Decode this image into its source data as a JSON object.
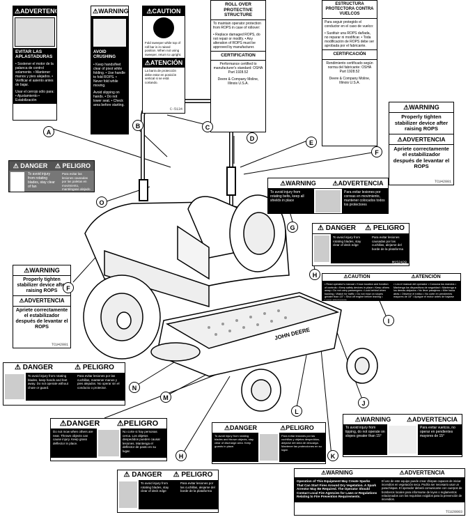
{
  "decal_a": {
    "header": "⚠ADVERTENCIA",
    "body1": "EVITAR LAS APLASTADURAS",
    "body2": "• Sostener el motor de la palanca de control solamente. • Mantener manos y pies alejados. • Verificar el asiento antes de bajar.",
    "body3": "Usar el cerrojo sólo para: • Ajustamiento • Estabilización"
  },
  "decal_b": {
    "header": "⚠WARNING",
    "body1": "AVOID CRUSHING",
    "body2": "• Keep hands/feet clear of pivot while folding. • Use handle to fold ROPS. • Never fold while moving.",
    "body3": "Avoid slipping on hands. • Do not lower seat. • Check area before starting."
  },
  "decal_c": {
    "header": "⚠CAUTION",
    "body1": "Fold sweeper while top of roll bar is in raised position. When not using sweeper, return to upright.",
    "header2": "⚠ATENCIÓN",
    "body2": "La barra de protección debe estar en posición vertical si se está cortando.",
    "code": "C-5134"
  },
  "decal_d": {
    "title": "ROLL OVER PROTECTIVE STRUCTURE",
    "body1": "To maintain operator protection from ROPS in case of rollover:",
    "body2": "• Replace damaged ROPS, do not repair or modify. • Any alteration of ROPS must be approved by manufacturer.",
    "cert": "CERTIFICATION",
    "body3": "Performance certified to manufacturer's standard: OSHA Part 1928.52",
    "company": "Deere & Company Moline, Illinois U.S.A."
  },
  "decal_e": {
    "title": "ESTRUCTURA PROTECTORA CONTRA VUELCOS",
    "body1": "Para seguir protegido el conductor en el caso de vuelco:",
    "body2": "• Sustituir una ROPS dañada, no reparar ni modificar. • Toda modificación de ROPS debe ser aprobada por el fabricante.",
    "cert": "CERTIFICACIÓN",
    "body3": "Rendimiento certificado según norma del fabricante: OSHA Part 1928.52",
    "company": "Deere & Company Moline, Illinois U.S.A."
  },
  "decal_f1": {
    "header_en": "⚠WARNING",
    "body_en": "Properly tighten stabilizer device after raising ROPS",
    "header_es": "⚠ADVERTENCIA",
    "body_es": "Apriete correctamente el estabilizador después de levantar el ROPS",
    "code": "TCU42001"
  },
  "decal_f2": {
    "header_en": "⚠WARNING",
    "body_en": "Properly tighten stabilizer device after raising ROPS",
    "header_es": "⚠ADVERTENCIA",
    "body_es": "Apriete correctamente el estabilizador después de levantar el ROPS",
    "code": "TCU42001"
  },
  "decal_o": {
    "header_en": "⚠ DANGER",
    "header_es": "⚠ PELIGRO",
    "body_en": "To avoid injury from rotating blades, stay clear of fan",
    "body_es": "Para evitar las lesiones causadas por las paletas en movimiento, manténgase alejado del ventilador"
  },
  "decal_g": {
    "header_en": "⚠WARNING",
    "header_es": "⚠ADVERTENCIA",
    "body_en": "To avoid injury from rotating belts, keep all shields in place",
    "body_es": "Para evitar lesiones por correas en movimiento, mantener colocados todos los protectores"
  },
  "decal_h1": {
    "header_en": "⚠ DANGER",
    "header_es": "⚠ PELIGRO",
    "body_en": "To avoid injury from rotating blades, stay clear of deck edge",
    "body_es": "Para evitar lesiones causadas por las cuchillas, alejarse del borde de la plataforma",
    "code": "M152428"
  },
  "decal_i": {
    "header_en": "⚠CAUTION",
    "header_es": "⚠ATENCIÓN",
    "body_en": "• Read operator's manual • Know location and function of controls • Keep safety devices in place • Keep others away • Do not carry passengers • Look behind when backing • Watch for traffic • Do not mow on slopes greater than 15° • Shut off engine before leaving • Lower attachments",
    "body_es": "• Lea el manual del operador • Conozca los mandos • Mantenga los dispositivos de seguridad • Mantenga a los demás alejados • No lleve pasajeros • Mire hacia atrás • Observe el tráfico • No corte en pendientes mayores de 15° • Apague el motor antes de bajarse"
  },
  "decal_n": {
    "header_en": "⚠ DANGER",
    "header_es": "⚠ PELIGRO",
    "body_en": "To avoid injury from rotating blades, keep hands and feet away. Do not operate without chute or guard.",
    "body_es": "Para evitar lesiones por las cuchillas, mantener manos y pies alejados. No operar sin el conducto o protector."
  },
  "decal_m": {
    "header_en": "⚠DANGER",
    "header_es": "⚠PELIGRO",
    "body_en": "Do not mow when others are near. Thrown objects can cause injury. Keep grass deflector in place.",
    "body_es": "No corte si hay personas cerca. Los objetos despedidos pueden causar lesiones. Mantenga el deflector de pasto en su lugar."
  },
  "decal_l": {
    "header_en": "⚠DANGER",
    "header_es": "⚠PELIGRO",
    "body_en": "To avoid injury from rotating blades and thrown objects, stay clear of discharge area. Keep guards in place.",
    "body_es": "Para evitar lesiones por las cuchillas y objetos despedidos, alejarse del área de descarga. Mantener las protecciones en su lugar."
  },
  "decal_j": {
    "header_en": "⚠WARNING",
    "header_es": "⚠ADVERTENCIA",
    "body_en": "To avoid injury from tipping, do not operate on slopes greater than 15°",
    "body_es": "Para evitar vuelcos, no operar en pendientes mayores de 15°"
  },
  "decal_h2": {
    "header_en": "⚠ DANGER",
    "header_es": "⚠ PELIGRO",
    "body_en": "To avoid injury from rotating blades, stay clear of deck edge",
    "body_es": "Para evitar lesiones por las cuchillas, alejarse del borde de la plataforma"
  },
  "decal_k": {
    "header_en": "⚠WARNING",
    "header_es": "⚠ADVERTENCIA",
    "body_en": "Operation of This Equipment May Create Sparks That Can Start Fires Around Dry Vegetation. A Spark Arrestor May Be Required. The Operator Should Contact Local Fire Agencies for Laws or Regulations Relating to Fire Prevention Requirements.",
    "body_es": "El uso de este equipo puede crear chispas capaces de iniciar incendios en vegetación seca. Podría ser necesario usar un parachispas. El operador deberá comunicarse con cuerpos de bomberos locales para informarse de leyes o reglamentos relacionados con los requisitos exigidos para la prevención de incendios.",
    "code": "TCU20003"
  },
  "callouts": [
    "A",
    "B",
    "C",
    "D",
    "E",
    "F",
    "O",
    "G",
    "F",
    "H",
    "I",
    "N",
    "M",
    "L",
    "J",
    "H",
    "K"
  ],
  "mower": {
    "brand_text": "JOHN DEERE"
  }
}
